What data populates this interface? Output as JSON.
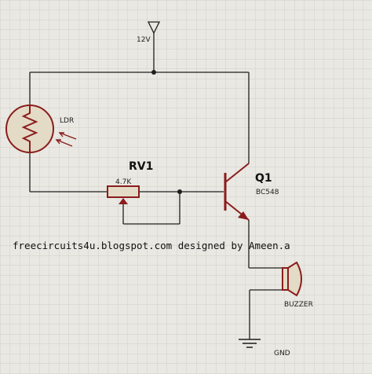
{
  "supply_label": "12V",
  "ldr": {
    "label": "LDR"
  },
  "rv1": {
    "label": "RV1",
    "value": "4.7K"
  },
  "q1": {
    "label": "Q1",
    "part": "BC548"
  },
  "credit": "freecircuits4u.blogspot.com designed by Ameen.a",
  "buzzer": {
    "label": "BUZZER"
  },
  "ground_label": "GND",
  "colors": {
    "background": "#e9e8e2",
    "grid": "#c7c7c0",
    "wire": "#1e1e1e",
    "component": "#8a1c1c",
    "component_fill": "#e3dbc6"
  }
}
